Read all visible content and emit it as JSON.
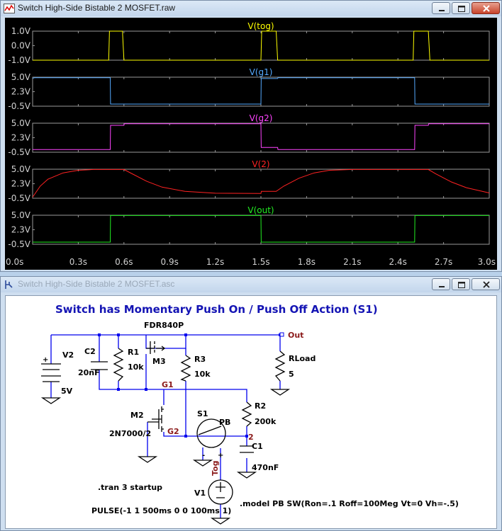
{
  "waveform_window": {
    "title": "Switch High-Side Bistable 2 MOSFET.raw",
    "panes": [
      {
        "trace": "V(tog)",
        "color": "#ffff00",
        "ticks": [
          "1.0V",
          "0.0V",
          "-1.0V"
        ]
      },
      {
        "trace": "V(g1)",
        "color": "#55aaff",
        "ticks": [
          "5.0V",
          "2.3V",
          "-0.5V"
        ]
      },
      {
        "trace": "V(g2)",
        "color": "#ff44ff",
        "ticks": [
          "5.0V",
          "2.3V",
          "-0.5V"
        ]
      },
      {
        "trace": "V(2)",
        "color": "#ff2222",
        "ticks": [
          "5.0V",
          "2.3V",
          "-0.5V"
        ]
      },
      {
        "trace": "V(out)",
        "color": "#22ee22",
        "ticks": [
          "5.0V",
          "2.3V",
          "-0.5V"
        ]
      }
    ],
    "x_ticks": [
      "0.0s",
      "0.3s",
      "0.6s",
      "0.9s",
      "1.2s",
      "1.5s",
      "1.8s",
      "2.1s",
      "2.4s",
      "2.7s",
      "3.0s"
    ]
  },
  "chart_data": {
    "type": "line",
    "xlim": [
      0,
      3.0
    ],
    "series": [
      {
        "name": "V(tog)",
        "ylim": [
          -1.0,
          1.0
        ],
        "points": [
          [
            0,
            -1
          ],
          [
            0.5,
            -1
          ],
          [
            0.505,
            1
          ],
          [
            0.59,
            1
          ],
          [
            0.6,
            -1
          ],
          [
            1.5,
            -1
          ],
          [
            1.505,
            1
          ],
          [
            1.6,
            1
          ],
          [
            1.61,
            -1
          ],
          [
            2.5,
            -1
          ],
          [
            2.505,
            1
          ],
          [
            2.6,
            1
          ],
          [
            2.61,
            -1
          ],
          [
            3.0,
            -1
          ]
        ]
      },
      {
        "name": "V(g1)",
        "ylim": [
          -0.5,
          5.0
        ],
        "points": [
          [
            0,
            4.8
          ],
          [
            0.015,
            4.9
          ],
          [
            0.51,
            4.9
          ],
          [
            0.512,
            -0.1
          ],
          [
            1.5,
            -0.1
          ],
          [
            1.502,
            4.75
          ],
          [
            1.61,
            4.75
          ],
          [
            1.612,
            4.9
          ],
          [
            2.51,
            4.9
          ],
          [
            2.512,
            -0.1
          ],
          [
            3.0,
            -0.1
          ]
        ]
      },
      {
        "name": "V(g2)",
        "ylim": [
          -0.5,
          5.0
        ],
        "points": [
          [
            0,
            0
          ],
          [
            0.51,
            0
          ],
          [
            0.512,
            4.6
          ],
          [
            0.6,
            4.6
          ],
          [
            0.602,
            4.9
          ],
          [
            1.5,
            4.9
          ],
          [
            1.502,
            0.4
          ],
          [
            1.61,
            0.4
          ],
          [
            1.612,
            0
          ],
          [
            2.51,
            0
          ],
          [
            2.512,
            4.6
          ],
          [
            2.6,
            4.6
          ],
          [
            2.602,
            4.9
          ],
          [
            3.0,
            4.9
          ]
        ]
      },
      {
        "name": "V(2)",
        "ylim": [
          -0.5,
          5.0
        ],
        "points": [
          [
            0,
            -0.3
          ],
          [
            0.05,
            1.8
          ],
          [
            0.1,
            3.1
          ],
          [
            0.2,
            4.3
          ],
          [
            0.3,
            4.8
          ],
          [
            0.4,
            4.95
          ],
          [
            0.6,
            4.95
          ],
          [
            0.65,
            4.2
          ],
          [
            0.75,
            2.7
          ],
          [
            0.85,
            1.6
          ],
          [
            1.0,
            0.8
          ],
          [
            1.2,
            0.45
          ],
          [
            1.5,
            0.4
          ],
          [
            1.503,
            0.8
          ],
          [
            1.6,
            0.8
          ],
          [
            1.65,
            1.8
          ],
          [
            1.75,
            3.3
          ],
          [
            1.85,
            4.3
          ],
          [
            1.95,
            4.8
          ],
          [
            2.1,
            4.95
          ],
          [
            2.6,
            4.95
          ],
          [
            2.65,
            4.1
          ],
          [
            2.75,
            2.6
          ],
          [
            2.85,
            1.5
          ],
          [
            3.0,
            0.5
          ]
        ]
      },
      {
        "name": "V(out)",
        "ylim": [
          -0.5,
          5.0
        ],
        "points": [
          [
            0,
            -0.1
          ],
          [
            0.51,
            -0.1
          ],
          [
            0.512,
            4.95
          ],
          [
            1.5,
            4.95
          ],
          [
            1.502,
            -0.1
          ],
          [
            2.51,
            -0.1
          ],
          [
            2.512,
            4.95
          ],
          [
            3.0,
            4.95
          ]
        ]
      }
    ]
  },
  "schematic_window": {
    "title": "Switch High-Side Bistable 2 MOSFET.asc",
    "heading": "Switch has Momentary Push On / Push Off Action (S1)",
    "labels": {
      "fdr": "FDR840P",
      "out": "Out",
      "v2": "V2",
      "c2": "C2",
      "c2v": "20nF",
      "r1": "R1",
      "r1v": "10k",
      "m3": "M3",
      "r3": "R3",
      "r3v": "10k",
      "rload": "RLoad",
      "rloadv": "5",
      "g1": "G1",
      "v5": "5V",
      "m2": "M2",
      "m2v": "2N7000/2",
      "g2": "G2",
      "s1": "S1",
      "pb": "PB",
      "r2": "R2",
      "r2v": "200k",
      "n2": "2",
      "c1": "C1",
      "c1v": "470nF",
      "tog": "Tog",
      "v1": "V1",
      "tran": ".tran 3 startup",
      "pulse": "PULSE(-1 1 500ms 0 0 100ms 1)",
      "model": ".model PB SW(Ron=.1 Roff=100Meg Vt=0 Vh=-.5)",
      "plus": "+",
      "minus": "-"
    }
  }
}
